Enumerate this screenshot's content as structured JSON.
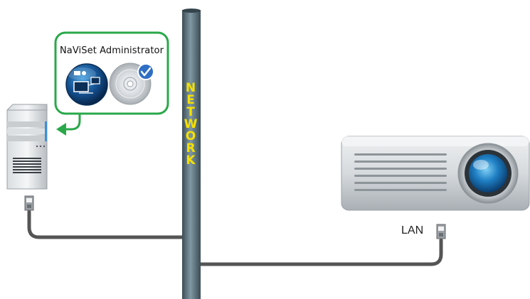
{
  "callout": {
    "title": "NaViSet Administrator",
    "icons": [
      "naviset-app-icon",
      "install-disc-icon"
    ],
    "border_color": "#2aa84a"
  },
  "network": {
    "letters": [
      "N",
      "E",
      "T",
      "W",
      "O",
      "R",
      "K"
    ],
    "letter_color": "#f5e000",
    "pole_color": "#5f7580"
  },
  "lan": {
    "label": "LAN"
  },
  "devices": [
    "server",
    "projector"
  ],
  "cable_color": "#555555"
}
